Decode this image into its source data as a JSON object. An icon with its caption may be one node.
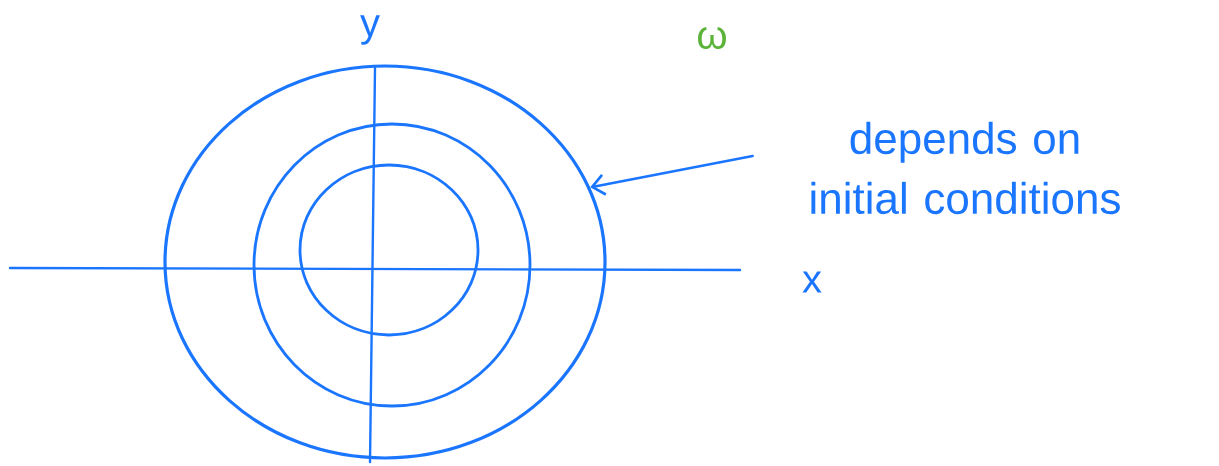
{
  "diagram": {
    "nodes": [
      {
        "text": [],
        "shape": "circle"
      },
      {
        "text": [],
        "shape": "circle",
        "in": 0
      },
      {
        "text": [],
        "shape": "circle",
        "in": 1
      },
      {
        "text": [
          "depends on initial conditions"
        ]
      }
    ],
    "edges": [
      {
        "from": 3,
        "to": 0,
        "arrow": "to"
      }
    ],
    "labels": [
      "y",
      "ω",
      "x"
    ]
  }
}
